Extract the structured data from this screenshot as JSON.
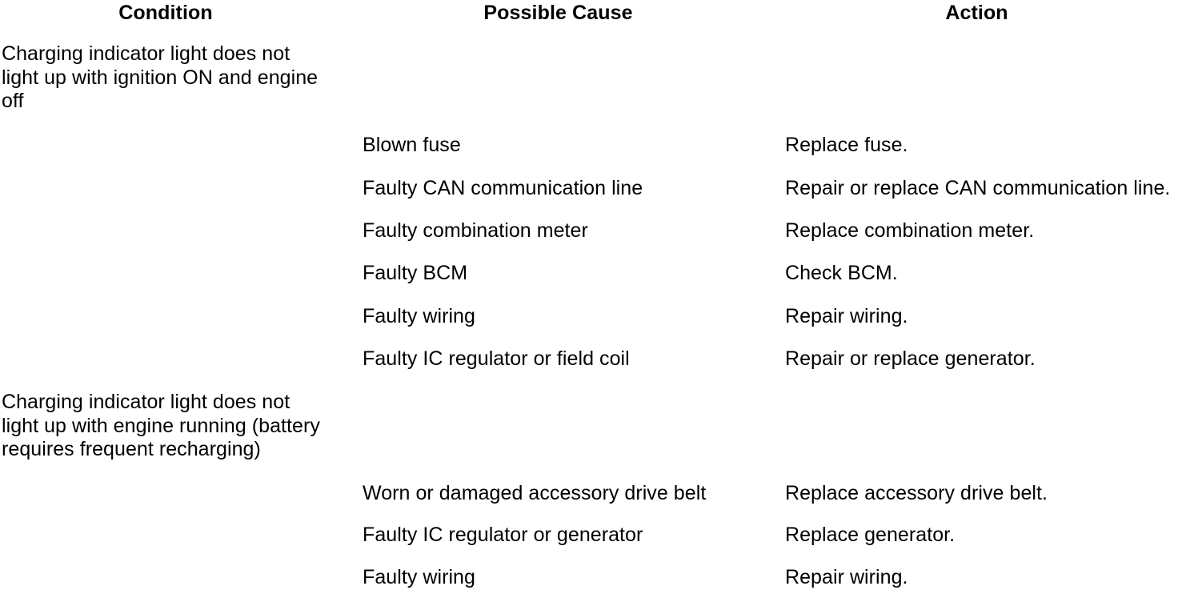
{
  "table": {
    "headers": {
      "condition": "Condition",
      "cause": "Possible Cause",
      "action": "Action"
    },
    "groups": [
      {
        "condition_lines": [
          "Charging indicator light does not",
          "light up with ignition ON and engine",
          "off"
        ],
        "rows": [
          {
            "cause": "Blown fuse",
            "action": "Replace fuse."
          },
          {
            "cause": "Faulty CAN communication line",
            "action": "Repair or replace CAN communication line."
          },
          {
            "cause": "Faulty combination meter",
            "action": "Replace combination meter."
          },
          {
            "cause": "Faulty BCM",
            "action": "Check BCM."
          },
          {
            "cause": "Faulty wiring",
            "action": "Repair wiring."
          },
          {
            "cause": "Faulty IC regulator or field coil",
            "action": "Repair or replace generator."
          }
        ]
      },
      {
        "condition_lines": [
          "Charging indicator light does not",
          "light up with engine running (battery",
          "requires frequent recharging)"
        ],
        "rows": [
          {
            "cause": "Worn or damaged accessory drive belt",
            "action": "Replace accessory drive belt."
          },
          {
            "cause": "Faulty IC regulator or generator",
            "action": "Replace generator."
          },
          {
            "cause": "Faulty wiring",
            "action": "Repair wiring."
          }
        ]
      }
    ]
  },
  "style": {
    "text_color": "#000000",
    "background_color": "#ffffff"
  }
}
